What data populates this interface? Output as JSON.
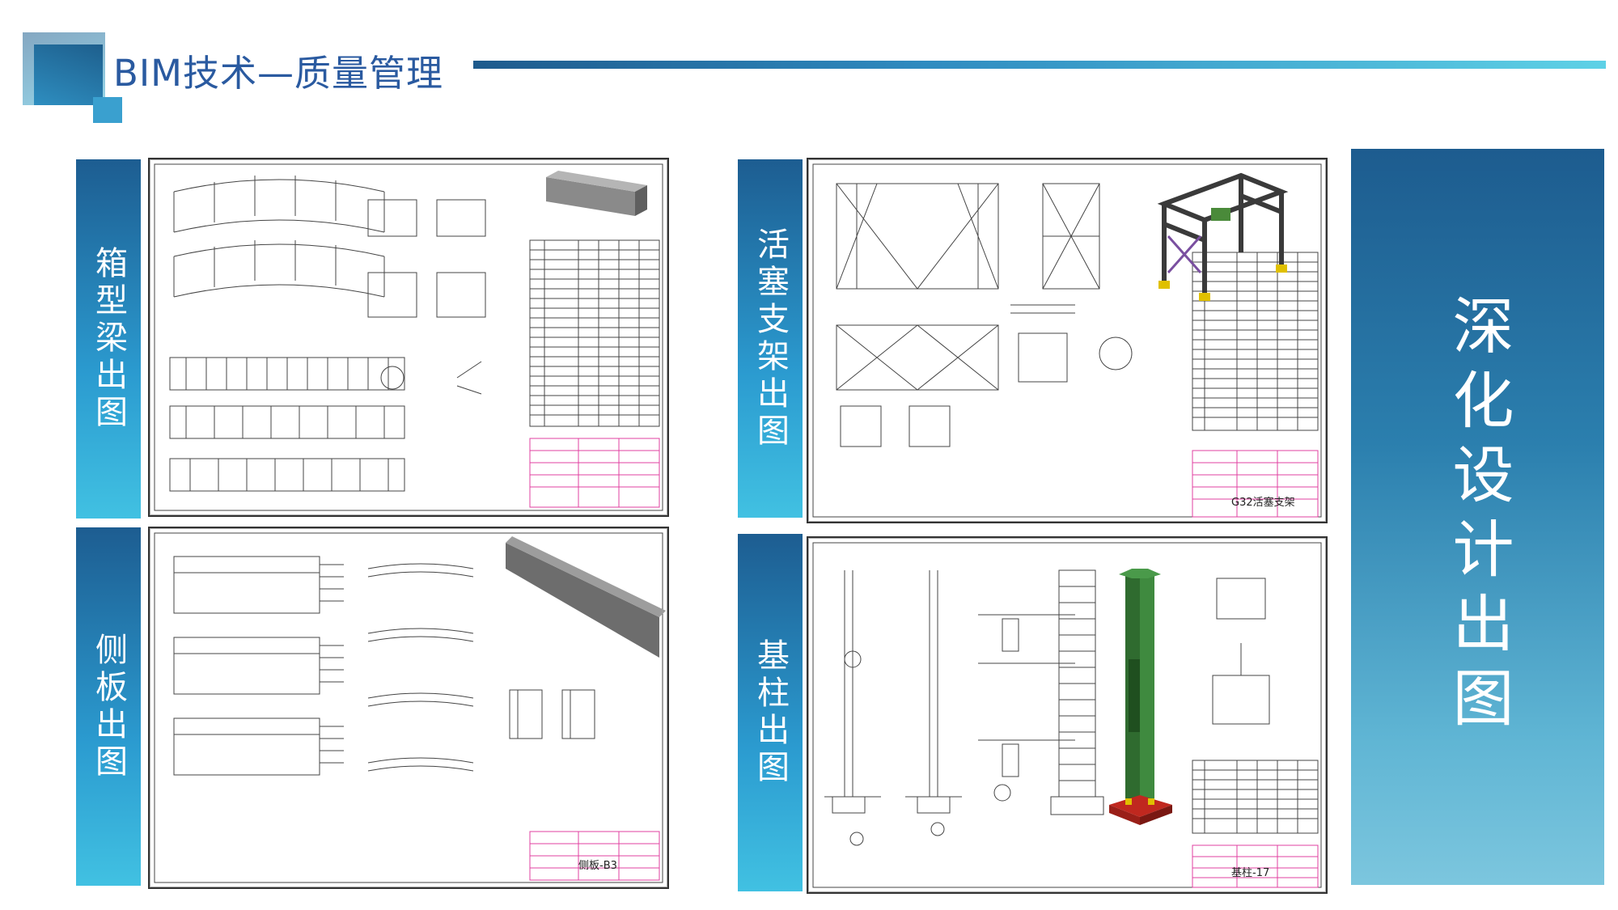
{
  "header": {
    "title": "BIM技术—质量管理"
  },
  "tabs": [
    {
      "label": "箱型梁出图"
    },
    {
      "label": "侧板出图"
    },
    {
      "label": "活塞支架出图"
    },
    {
      "label": "基柱出图"
    }
  ],
  "right_panel": {
    "label": "深化设计出图"
  },
  "drawings": [
    {
      "caption": ""
    },
    {
      "caption": "侧板-B3"
    },
    {
      "caption": "G32活塞支架"
    },
    {
      "caption": "基柱-17"
    }
  ],
  "colors": {
    "title": "#2a5aa0",
    "accent_dark": "#1d5d91",
    "accent_light": "#41c1e2",
    "titleblock_frame": "#e040a0",
    "model_steel": "#6a6a6a",
    "model_green": "#2f6b2f",
    "model_red": "#c0281f",
    "model_yellow": "#e0c000"
  }
}
